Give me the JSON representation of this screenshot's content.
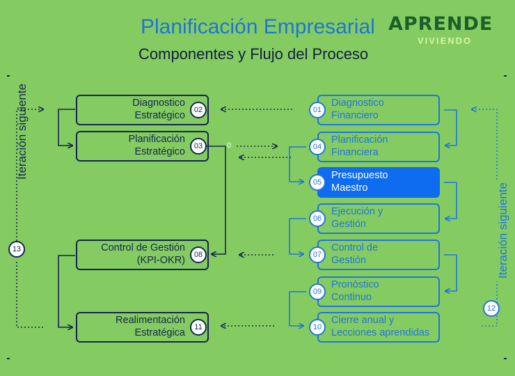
{
  "header": {
    "title": "Planificación Empresarial",
    "subtitle": "Componentes y Flujo del Proceso"
  },
  "logo": {
    "main": "APRENDE",
    "sub": "VIVIENDO"
  },
  "side_labels": {
    "left": "Iteración siguiente",
    "right": "Iteración siguiente"
  },
  "connector_label": "0",
  "colors": {
    "background": "#84cc61",
    "dark": "#13254f",
    "blue": "#1f74e0",
    "highlight": "#0d6cf0"
  },
  "nodes": {
    "n01": {
      "number": "01",
      "line1": "Diagnostico",
      "line2": "Financiero"
    },
    "n02": {
      "number": "02",
      "line1": "Diagnostico",
      "line2": "Estratégico"
    },
    "n03": {
      "number": "03",
      "line1": "Planificación",
      "line2": "Estratégico"
    },
    "n04": {
      "number": "04",
      "line1": "Planificación",
      "line2": "Financiera"
    },
    "n05": {
      "number": "05",
      "line1": "Presupuesto",
      "line2": "Maestro"
    },
    "n06": {
      "number": "06",
      "line1": "Ejecución y",
      "line2": "Gestión"
    },
    "n07": {
      "number": "07",
      "line1": "Control de",
      "line2": "Gestión"
    },
    "n08": {
      "number": "08",
      "line1": "Control de Gestión",
      "line2": "(KPI-OKR)"
    },
    "n09": {
      "number": "09",
      "line1": "Pronóstico",
      "line2": "Continuo"
    },
    "n10": {
      "number": "10",
      "line1": "Cierre anual y",
      "line2": "Lecciones aprendidas"
    },
    "n11": {
      "number": "11",
      "line1": "Realimentación",
      "line2": "Estratégica"
    },
    "n12": {
      "number": "12"
    },
    "n13": {
      "number": "13"
    }
  }
}
